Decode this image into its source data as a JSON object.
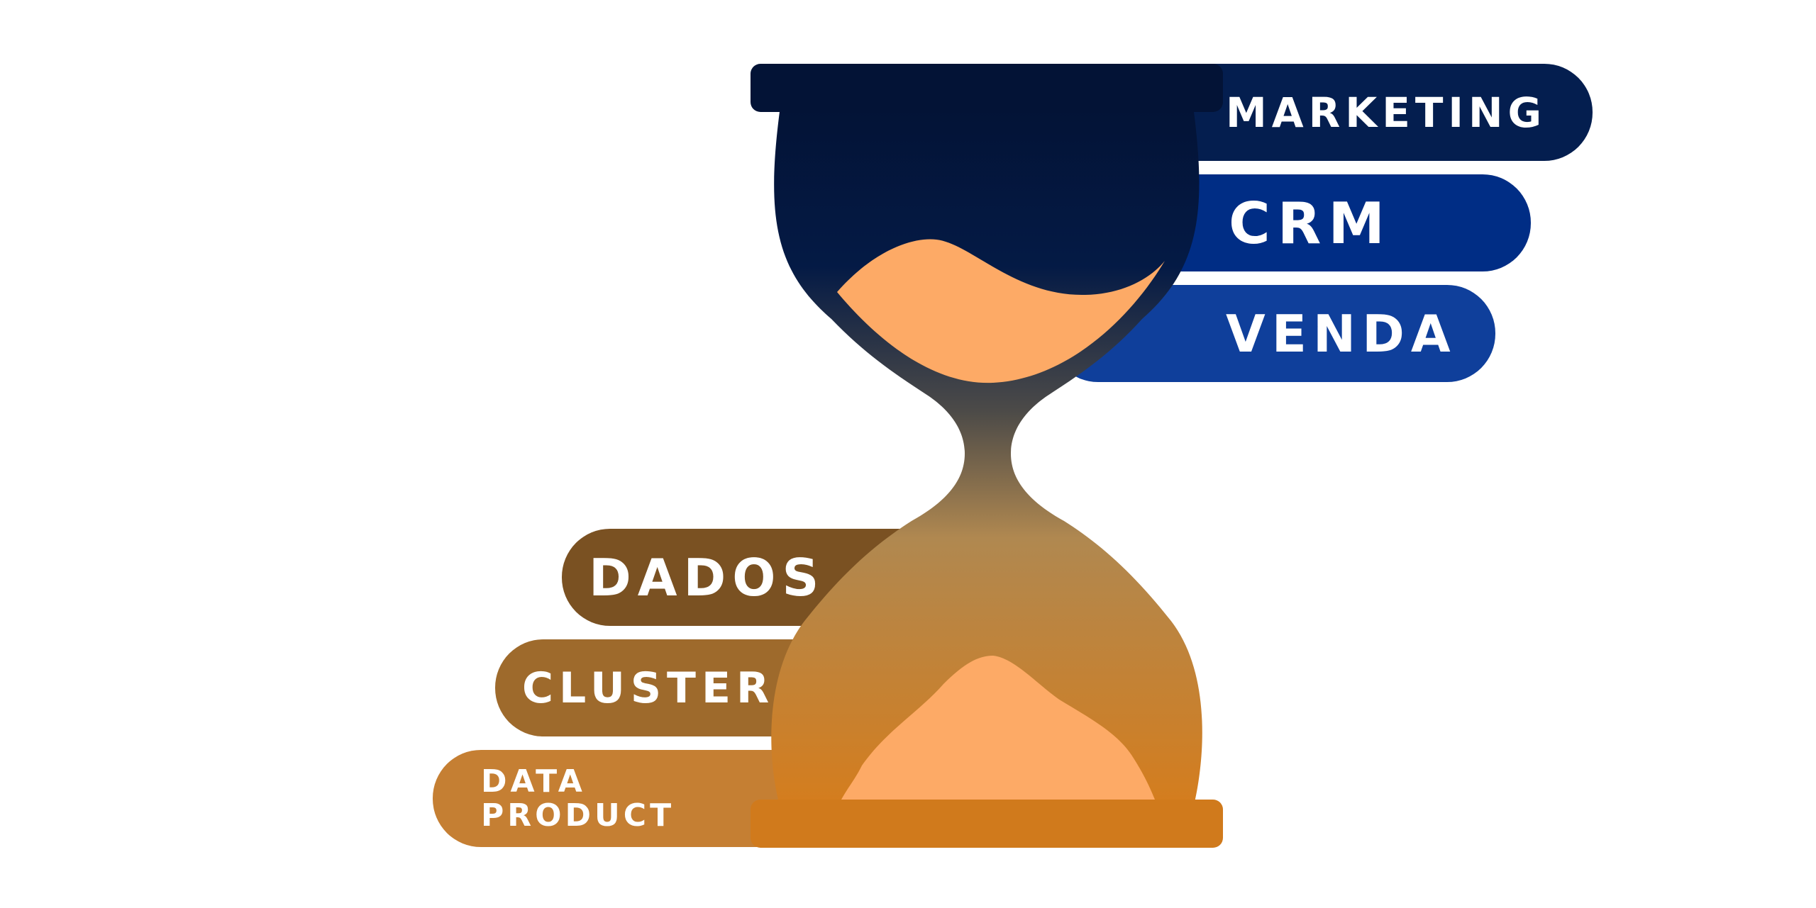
{
  "labels": {
    "top": [
      {
        "id": "marketing",
        "text": "MARKETING",
        "color": "#041e4f"
      },
      {
        "id": "crm",
        "text": "CRM",
        "color": "#002d85"
      },
      {
        "id": "venda",
        "text": "VENDA",
        "color": "#0f3f9b"
      }
    ],
    "bottom": [
      {
        "id": "dados",
        "text": "DADOS",
        "color": "#7a5122"
      },
      {
        "id": "cluster",
        "text": "CLUSTER",
        "color": "#9e6a2c"
      },
      {
        "id": "data_product_line1",
        "text": "DATA"
      },
      {
        "id": "data_product_line2",
        "text": "PRODUCT"
      }
    ],
    "data_product_color": "#c57f33"
  },
  "colors": {
    "glass_top": "#031336",
    "glass_mid_dark": "#4a4a4a",
    "glass_mid_gold": "#b08850",
    "glass_bottom": "#d47d1e",
    "sand": "#fdaa66"
  },
  "icons": {
    "center": "hourglass-icon"
  }
}
